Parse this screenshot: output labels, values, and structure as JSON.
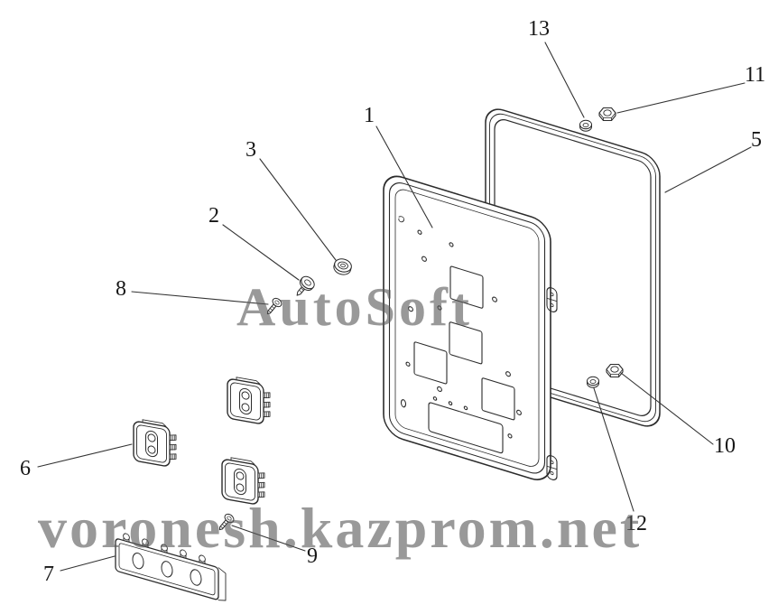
{
  "watermarks": {
    "center": "AutoSoft",
    "bottom": "voronesh.kazprom.net"
  },
  "callouts": {
    "c1": {
      "label": "1"
    },
    "c2": {
      "label": "2"
    },
    "c3": {
      "label": "3"
    },
    "c5": {
      "label": "5"
    },
    "c6": {
      "label": "6"
    },
    "c7": {
      "label": "7"
    },
    "c8": {
      "label": "8"
    },
    "c9": {
      "label": "9"
    },
    "c10": {
      "label": "10"
    },
    "c11": {
      "label": "11"
    },
    "c12": {
      "label": "12"
    },
    "c13": {
      "label": "13"
    }
  },
  "colors": {
    "line": "#2b2b2b",
    "watermark_gray": "#9a9a9a",
    "background": "#ffffff"
  }
}
